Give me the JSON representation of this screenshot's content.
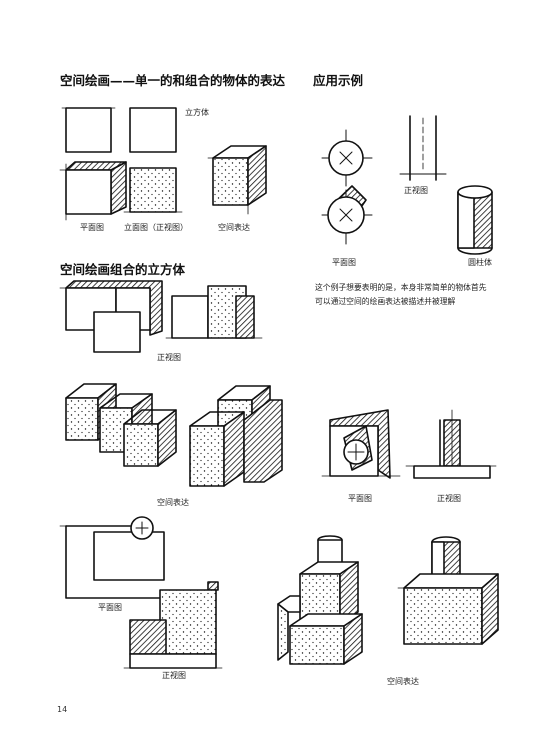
{
  "headings": {
    "left_top": "空间绘画——单一的和组合的物体的表达",
    "right_top": "应用示例",
    "left_mid": "空间绘画组合的立方体"
  },
  "labels": {
    "cube": "立方体",
    "plan1": "平面图",
    "elevation1": "立面图（正视图）",
    "space1": "空间表达",
    "front2": "正视图",
    "space2": "空间表达",
    "plan3": "平面图",
    "front3": "正视图",
    "r_front": "正视图",
    "r_plan": "平面图",
    "r_cyl": "圆柱体",
    "r_plan2": "平面图",
    "r_front2": "正视图",
    "r_space": "空间表达"
  },
  "paragraph": {
    "line1": "这个例子想要表明的是，本身非常简单的物体首先",
    "line2": "可以通过空间的绘画表达被描述并被理解"
  },
  "page_number": "14"
}
